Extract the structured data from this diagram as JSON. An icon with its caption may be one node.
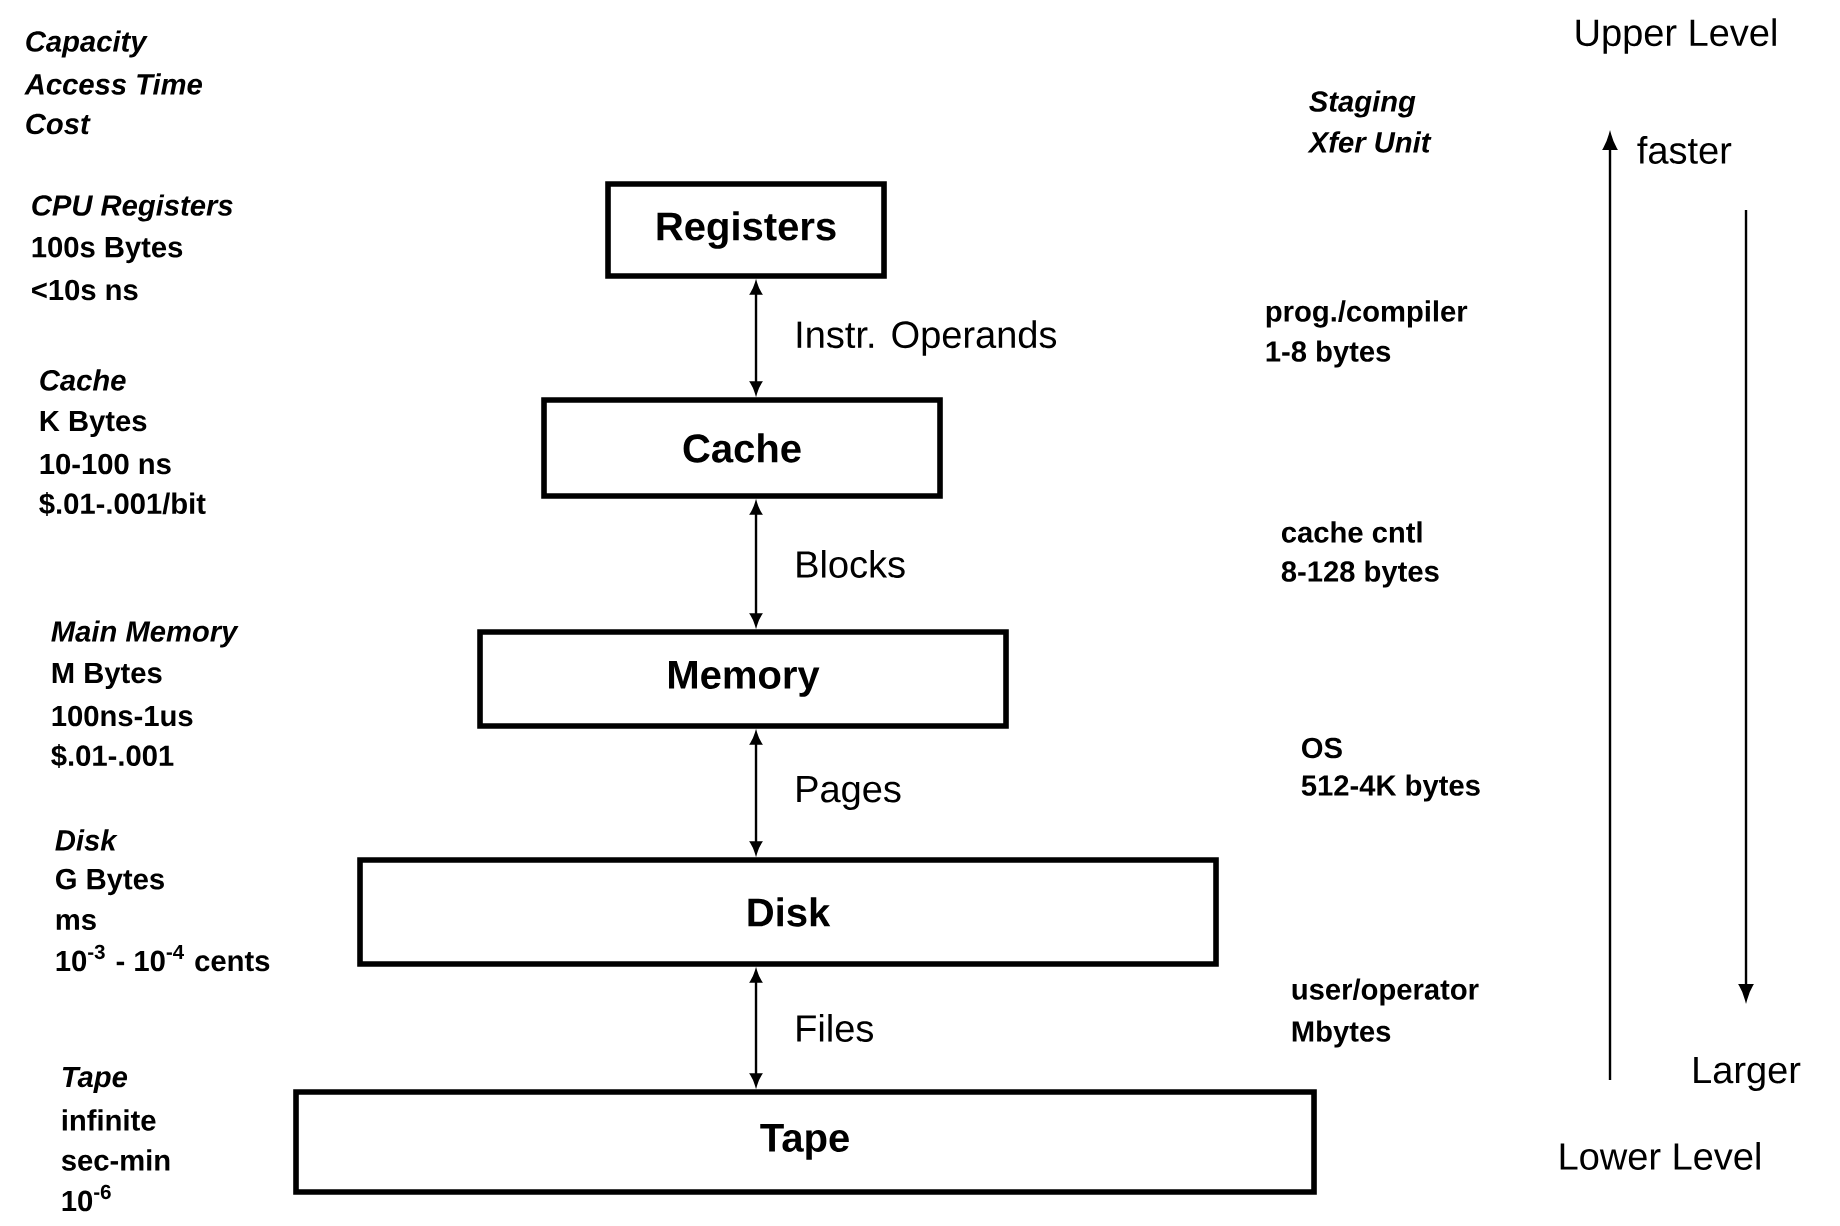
{
  "diagram": {
    "nodes": [
      {
        "text": [
          "Registers"
        ]
      },
      {
        "text": [
          "Cache"
        ]
      },
      {
        "text": [
          "Memory"
        ]
      },
      {
        "text": [
          "Disk"
        ]
      },
      {
        "text": [
          "Tape"
        ]
      }
    ],
    "edges": [
      {
        "from": 0,
        "to": 1,
        "arrow": "both",
        "label": "Instr. Operands"
      },
      {
        "from": 1,
        "to": 2,
        "arrow": "both",
        "label": "Blocks"
      },
      {
        "from": 2,
        "to": 3,
        "arrow": "both",
        "label": "Pages"
      },
      {
        "from": 3,
        "to": 4,
        "arrow": "both",
        "label": "Files"
      }
    ],
    "labels": [
      "Capacity",
      "Access Time",
      "Cost",
      "CPU Registers",
      "100s Bytes",
      "<10s ns",
      "Cache",
      "K Bytes",
      "10-100 ns",
      "$.01-.001/bit",
      "Main Memory",
      "M Bytes",
      "100ns-1us",
      "$.01-.001",
      "Disk",
      "G Bytes",
      "ms",
      "10$^{-3}$ - 10$^{-4}$ cents",
      "Tape",
      "infinite",
      "sec-min",
      "10$^{-6}$",
      "Upper Level",
      "Staging",
      "Xfer Unit",
      "faster",
      "prog./compiler",
      "1-8 bytes",
      "cache cntl",
      "8-128 bytes",
      "OS",
      "512-4K bytes",
      "user/operator",
      "Mbytes",
      "Larger",
      "Lower Level"
    ]
  }
}
